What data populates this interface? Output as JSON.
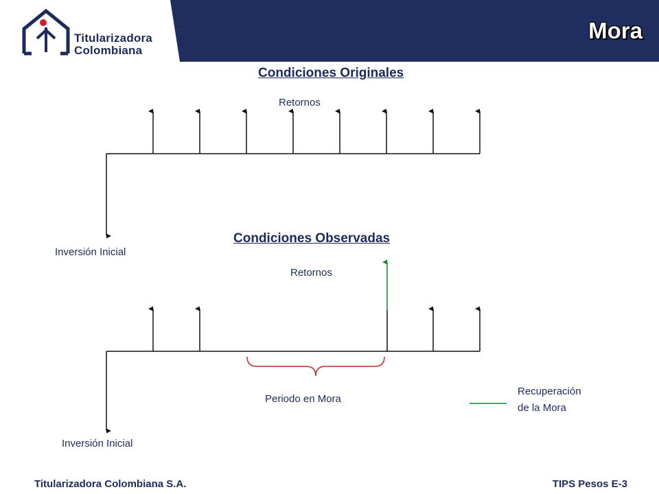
{
  "header": {
    "title": "Mora",
    "logo": {
      "line1": "Titularizadora",
      "line2": "Colombiana"
    }
  },
  "diagram": {
    "original": {
      "title": "Condiciones Originales",
      "returns_label": "Retornos",
      "investment_label": "Inversión Inicial",
      "return_count": 8
    },
    "observed": {
      "title": "Condiciones Observadas",
      "returns_label": "Retornos",
      "investment_label": "Inversión Inicial",
      "default_period_label": "Periodo en Mora",
      "legend_label_line1": "Recuperación",
      "legend_label_line2": "de la Mora",
      "recovery_color": "#0a8a2a",
      "default_brace_color": "#c0282a"
    }
  },
  "footer": {
    "left": "Titularizadora Colombiana S.A.",
    "right": "TIPS Pesos E-3"
  }
}
